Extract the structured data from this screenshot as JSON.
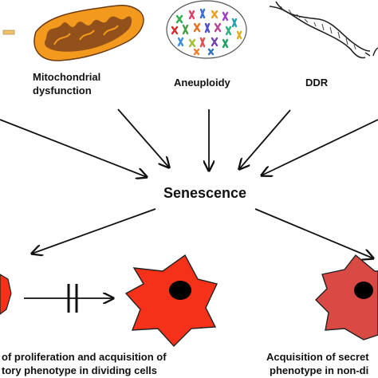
{
  "labels": {
    "mitochondrial_line1": "Mitochondrial",
    "mitochondrial_line2": "dysfunction",
    "aneuploidy": "Aneuploidy",
    "ddr": "DDR",
    "center": "Senescence",
    "bottom_left_line1": "of proliferation and acquisition of",
    "bottom_left_line2": "tory phenotype in dividing cells",
    "bottom_right_line1": "Acquisition of secret",
    "bottom_right_line2": "phenotype in non-di"
  },
  "icons": {
    "mitochondrion": "mitochondrion-icon",
    "aneuploidy": "chromosome-spread-icon",
    "ddr": "dna-helix-icon",
    "blocked_arrow": "blocked-arrow-icon",
    "senescent_cell": "senescent-cell-icon"
  },
  "colors": {
    "mitochondrion_outer": "#f39a1e",
    "mitochondrion_inner": "#8a4b1a",
    "cell_red": "#f5311a",
    "cell_red_dark": "#d94a45",
    "nucleus": "#000000",
    "arrow": "#111111"
  }
}
